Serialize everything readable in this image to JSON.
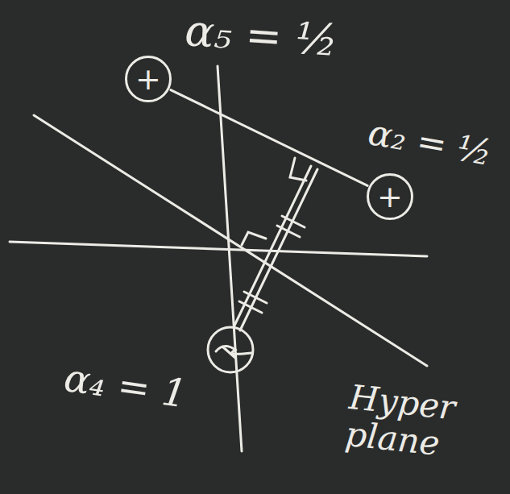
{
  "diagram": {
    "nodes": [
      {
        "text": [
          "+"
        ]
      },
      {
        "text": [
          "+"
        ]
      }
    ],
    "edges": [
      {
        "from": 0,
        "to": 1,
        "arrow": "none"
      }
    ],
    "labels": [
      "α₅ = ½",
      "α₂ = ½",
      "α₄ = 1",
      "Hyper plane"
    ]
  }
}
